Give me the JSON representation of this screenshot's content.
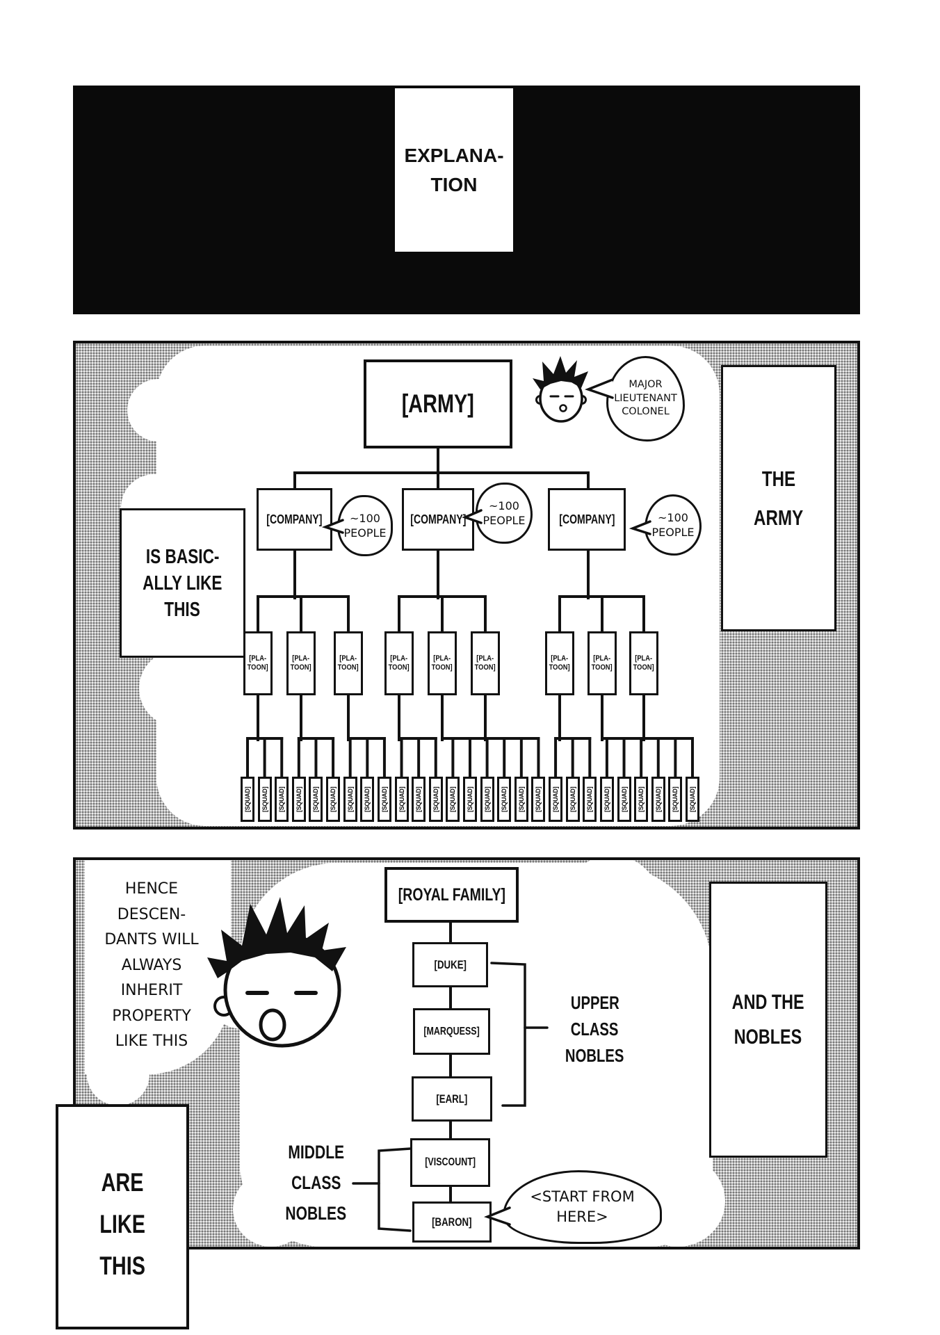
{
  "banner": {
    "line1": "EXPLANA-",
    "line2": "TION"
  },
  "army_panel": {
    "root_label": "[ARMY]",
    "company_label": "[COMPANY]",
    "platoon_label_line1": "[PLA-",
    "platoon_label_line2": "TOON]",
    "squad_label": "[SQUAD]",
    "squad_count": 27,
    "officer_bubble": {
      "line1": "MAJOR",
      "line2": "LIEUTENANT",
      "line3": "COLONEL"
    },
    "people_bubble": {
      "line1": "~100",
      "line2": "PEOPLE"
    },
    "caption_left": {
      "line1": "IS BASIC-",
      "line2": "ALLY LIKE",
      "line3": "THIS"
    },
    "caption_right": {
      "line1": "THE",
      "line2": "ARMY"
    }
  },
  "nobles_panel": {
    "caption_top_left": {
      "line1": "HENCE",
      "line2": "DESCEN-",
      "line3": "DANTS WILL",
      "line4": "ALWAYS",
      "line5": "INHERIT",
      "line6": "PROPERTY",
      "line7": "LIKE THIS"
    },
    "hierarchy": {
      "royal": "[ROYAL FAMILY]",
      "duke": "[DUKE]",
      "marquess": "[MARQUESS]",
      "earl": "[EARL]",
      "viscount": "[VISCOUNT]",
      "baron": "[BARON]"
    },
    "upper_class": {
      "line1": "UPPER",
      "line2": "CLASS",
      "line3": "NOBLES"
    },
    "middle_class": {
      "line1": "MIDDLE",
      "line2": "CLASS",
      "line3": "NOBLES"
    },
    "start_bubble": {
      "line1": "<START FROM",
      "line2": "HERE>"
    },
    "caption_right": {
      "line1": "AND THE",
      "line2": "NOBLES"
    },
    "caption_bottom_left": {
      "line1": "ARE",
      "line2": "LIKE",
      "line3": "THIS"
    }
  },
  "colors": {
    "ink": "#111111",
    "paper": "#ffffff"
  }
}
